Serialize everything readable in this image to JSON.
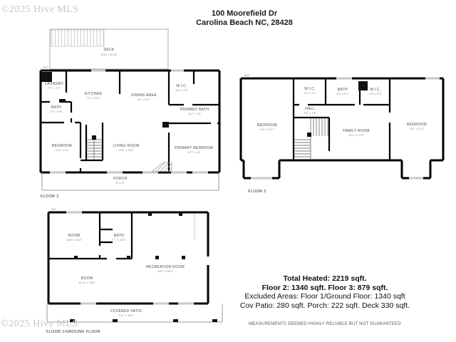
{
  "header": {
    "address_line1": "100 Moorefield Dr",
    "address_line2": "Carolina Beach NC, 28428"
  },
  "watermarks": {
    "top_left": "©2025 Hive MLS",
    "bottom_left": "©2025 Hive MLS"
  },
  "floor2": {
    "label": "FLOOR 2",
    "width_marker": "44'2\"",
    "rooms": {
      "deck": {
        "name": "DECK",
        "dims": "10'8\" x 30'10\""
      },
      "laundry": {
        "name": "LAUNDRY",
        "dims": "7'7\" x 7'2\""
      },
      "kitchen": {
        "name": "KITCHEN",
        "dims": "13' x 13'9\""
      },
      "dining": {
        "name": "DINING AREA",
        "dims": "15' x 13'7\""
      },
      "wic": {
        "name": "W.I.C.",
        "dims": "4'6\" x 7'8\""
      },
      "primary_bath": {
        "name": "PRIMARY BATH",
        "dims": "11'7\" x 13'"
      },
      "bath": {
        "name": "BATH",
        "dims": "7'5\" x 9'5\""
      },
      "bedroom": {
        "name": "BEDROOM",
        "dims": "10'4\" x 13'"
      },
      "living": {
        "name": "LIVING ROOM",
        "dims": "13'8\" x 23'2\""
      },
      "primary_bedroom": {
        "name": "PRIMARY BEDROOM",
        "dims": "11'7\" x 13'"
      },
      "porch": {
        "name": "PORCH",
        "dims": "6' x 37'"
      }
    }
  },
  "floor3": {
    "label": "FLOOR 3",
    "width_marker": "44'2\"",
    "rooms": {
      "bedroom_left": {
        "name": "BEDROOM",
        "dims": "13'4\" x 21'7\""
      },
      "wic_left": {
        "name": "W.I.C.",
        "dims": "5'3\" x 7'2\""
      },
      "hall": {
        "name": "HALL",
        "dims": "5'3\" x 7'8\""
      },
      "bath": {
        "name": "BATH",
        "dims": "5'3\" x 8'1\""
      },
      "wic_right": {
        "name": "W.I.C.",
        "dims": "4'8\" x 5'3\""
      },
      "family_room": {
        "name": "FAMILY ROOM",
        "dims": "12'1\" x 17'8\""
      },
      "bedroom_right": {
        "name": "BEDROOM",
        "dims": "13'4\" x 21'7\""
      }
    }
  },
  "floor1": {
    "label": "FLOOR 1/GROUND FLOOR",
    "width_marker": "44'2\"",
    "rooms": {
      "room_upper": {
        "name": "ROOM",
        "dims": "13'8\" x 15'4\""
      },
      "bath": {
        "name": "BATH",
        "dims": "7'7\" x 10'5\""
      },
      "room_lower": {
        "name": "ROOM",
        "dims": "14'11\" x 26'3\""
      },
      "recreation": {
        "name": "RECREATION ROOM",
        "dims": "23'4\" x 26'9\""
      },
      "covered_patio": {
        "name": "COVERED PATIO",
        "dims": "7'10\" x 35'9\""
      }
    }
  },
  "summary": {
    "line1": "Total Heated: 2219 sqft.",
    "line2": "Floor 2: 1340 sqft. Floor 3: 879 sqft.",
    "line3": "Excluded Areas: Floor 1/Ground Floor: 1340 sqft",
    "line4": "Cov Patio: 280 sqft. Porch: 222 sqft. Deck 330 sqft.",
    "disclaimer": "MEASUREMENTS DEEMED HIGHLY RELIABLE BUT NOT GUARANTEED"
  }
}
